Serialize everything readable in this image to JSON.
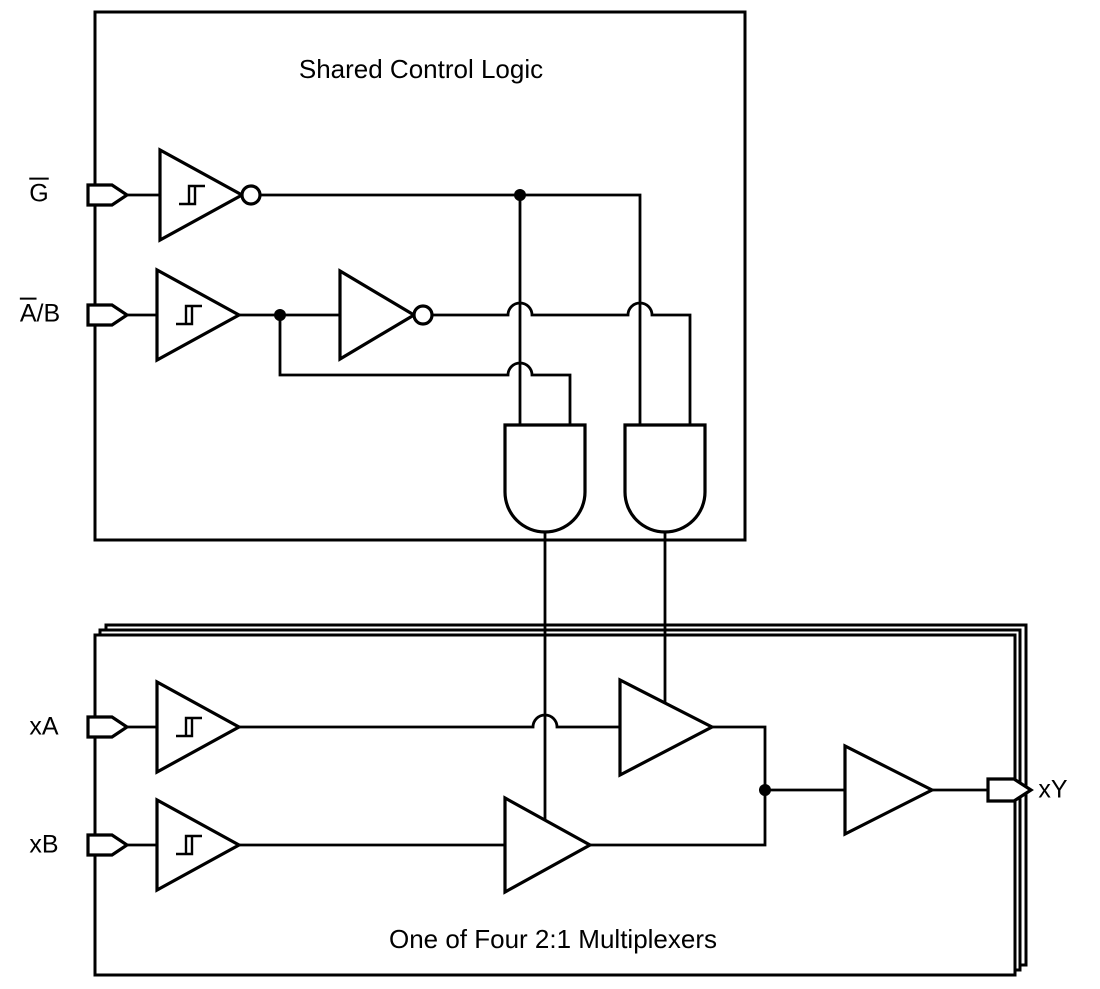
{
  "titles": {
    "control": "Shared Control Logic",
    "mux": "One of Four 2:1 Multiplexers"
  },
  "pins": {
    "g": {
      "overlined": "G"
    },
    "ab": {
      "overlined": "A",
      "plain": "/B"
    },
    "xa": "xA",
    "xb": "xB",
    "xy": "xY"
  },
  "colors": {
    "line": "#000000",
    "bg": "#ffffff"
  }
}
